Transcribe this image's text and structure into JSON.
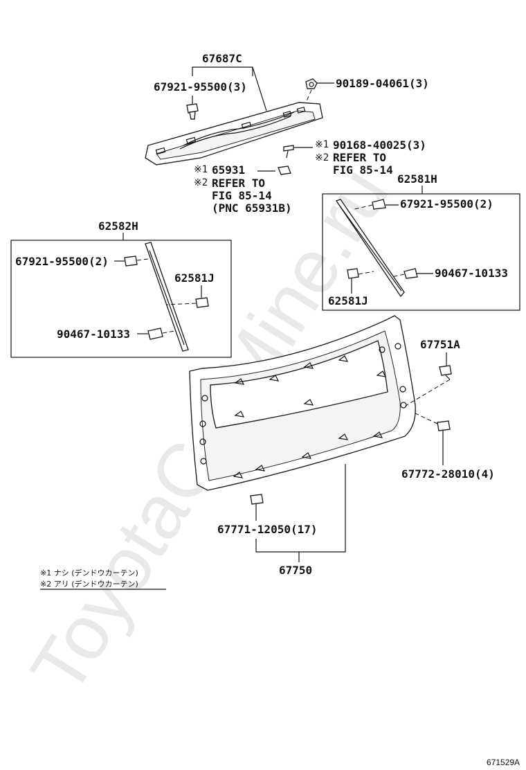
{
  "watermark": "ToyotaCarMine.ru",
  "figure_number": "671529A",
  "parts": {
    "p67687C": "67687C",
    "p67921_top": "67921-95500(3)",
    "p90189": "90189-04061(3)",
    "p90168": "90168-40025(3)",
    "refer1": "REFER TO",
    "fig1": "FIG 85-14",
    "p65931": "65931",
    "refer2": "REFER TO",
    "fig2": "FIG 85-14",
    "pnc": "(PNC 65931B)",
    "p62581H": "62581H",
    "p67921_right": "67921-95500(2)",
    "p90467_right": "90467-10133",
    "p62581J_right": "62581J",
    "p62582H": "62582H",
    "p67921_left": "67921-95500(2)",
    "p62581J_left": "62581J",
    "p90467_left": "90467-10133",
    "p67751A": "67751A",
    "p67772": "67772-28010(4)",
    "p67771": "67771-12050(17)",
    "p67750": "67750"
  },
  "marks": {
    "m1a": "※1",
    "m2a": "※2",
    "m1b": "※1",
    "m2b": "※2"
  },
  "notes": {
    "note1": "※1 ナシ (デンドウカーテン)",
    "note2": "※2 アリ (デンドウカーテン)"
  }
}
